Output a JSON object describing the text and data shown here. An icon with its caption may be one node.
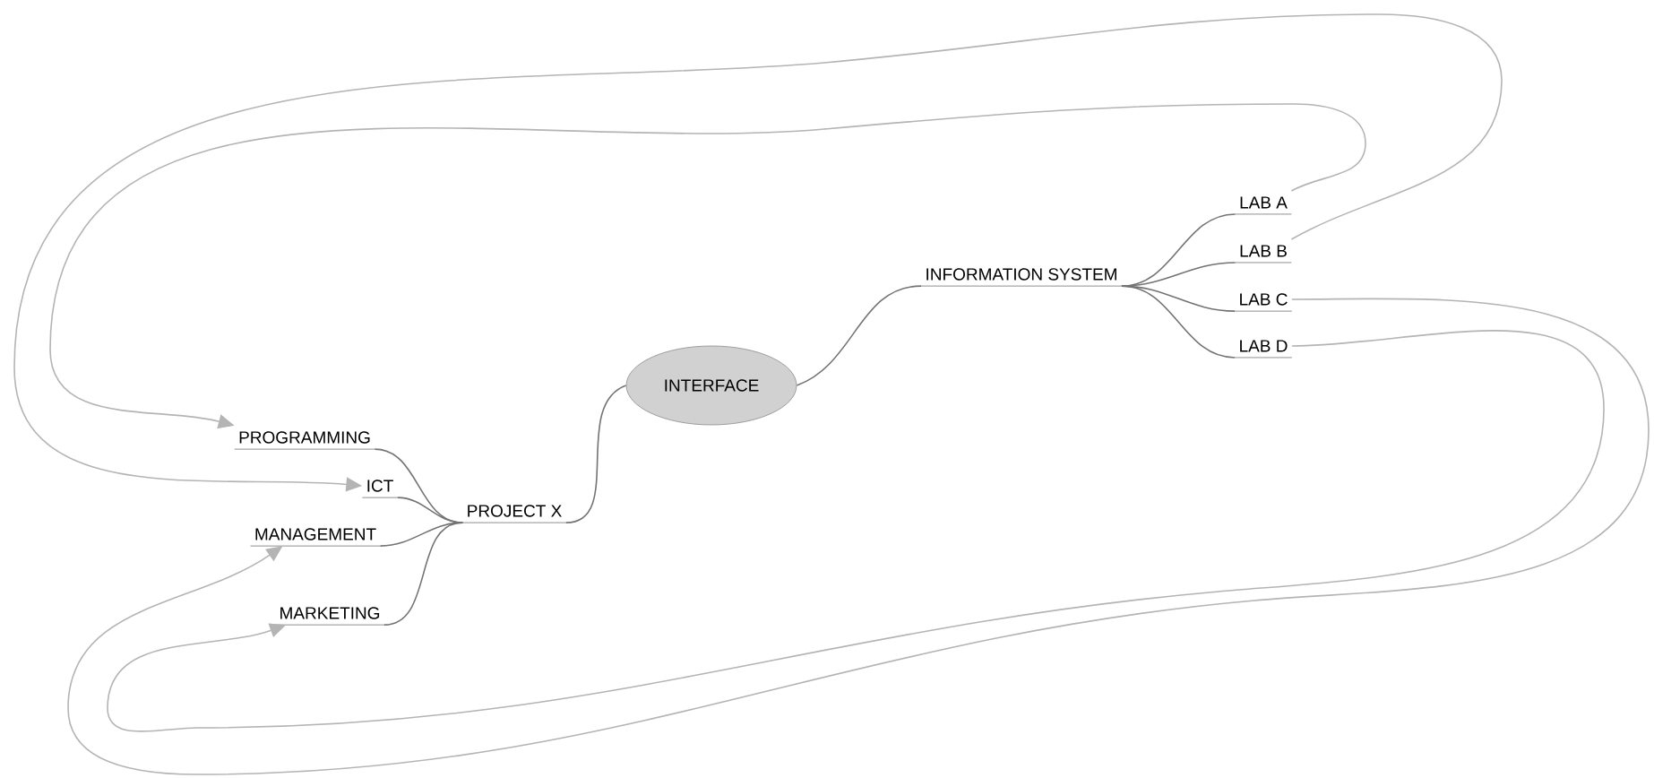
{
  "diagram": {
    "nodes": [
      {
        "text": [
          "INTERFACE"
        ]
      },
      {
        "text": [
          "INFORMATION SYSTEM"
        ]
      },
      {
        "text": [
          "LAB A"
        ]
      },
      {
        "text": [
          "LAB B"
        ]
      },
      {
        "text": [
          "LAB C"
        ]
      },
      {
        "text": [
          "LAB D"
        ]
      },
      {
        "text": [
          "PROJECT X"
        ]
      },
      {
        "text": [
          "PROGRAMMING"
        ]
      },
      {
        "text": [
          "ICT"
        ]
      },
      {
        "text": [
          "MANAGEMENT"
        ]
      },
      {
        "text": [
          "MARKETING"
        ]
      }
    ],
    "edges": [
      {
        "from": 0,
        "to": 1,
        "arrow": "none"
      },
      {
        "from": 1,
        "to": 2,
        "arrow": "none"
      },
      {
        "from": 1,
        "to": 3,
        "arrow": "none"
      },
      {
        "from": 1,
        "to": 4,
        "arrow": "none"
      },
      {
        "from": 1,
        "to": 5,
        "arrow": "none"
      },
      {
        "from": 0,
        "to": 6,
        "arrow": "none"
      },
      {
        "from": 6,
        "to": 7,
        "arrow": "none"
      },
      {
        "from": 6,
        "to": 8,
        "arrow": "none"
      },
      {
        "from": 6,
        "to": 9,
        "arrow": "none"
      },
      {
        "from": 6,
        "to": 10,
        "arrow": "none"
      },
      {
        "from": 2,
        "to": 7,
        "arrow": "to",
        "color": "#b4b4b4"
      },
      {
        "from": 3,
        "to": 8,
        "arrow": "to",
        "color": "#b4b4b4"
      },
      {
        "from": 4,
        "to": 9,
        "arrow": "to",
        "color": "#b4b4b4"
      },
      {
        "from": 5,
        "to": 10,
        "arrow": "to",
        "color": "#b4b4b4"
      }
    ]
  }
}
